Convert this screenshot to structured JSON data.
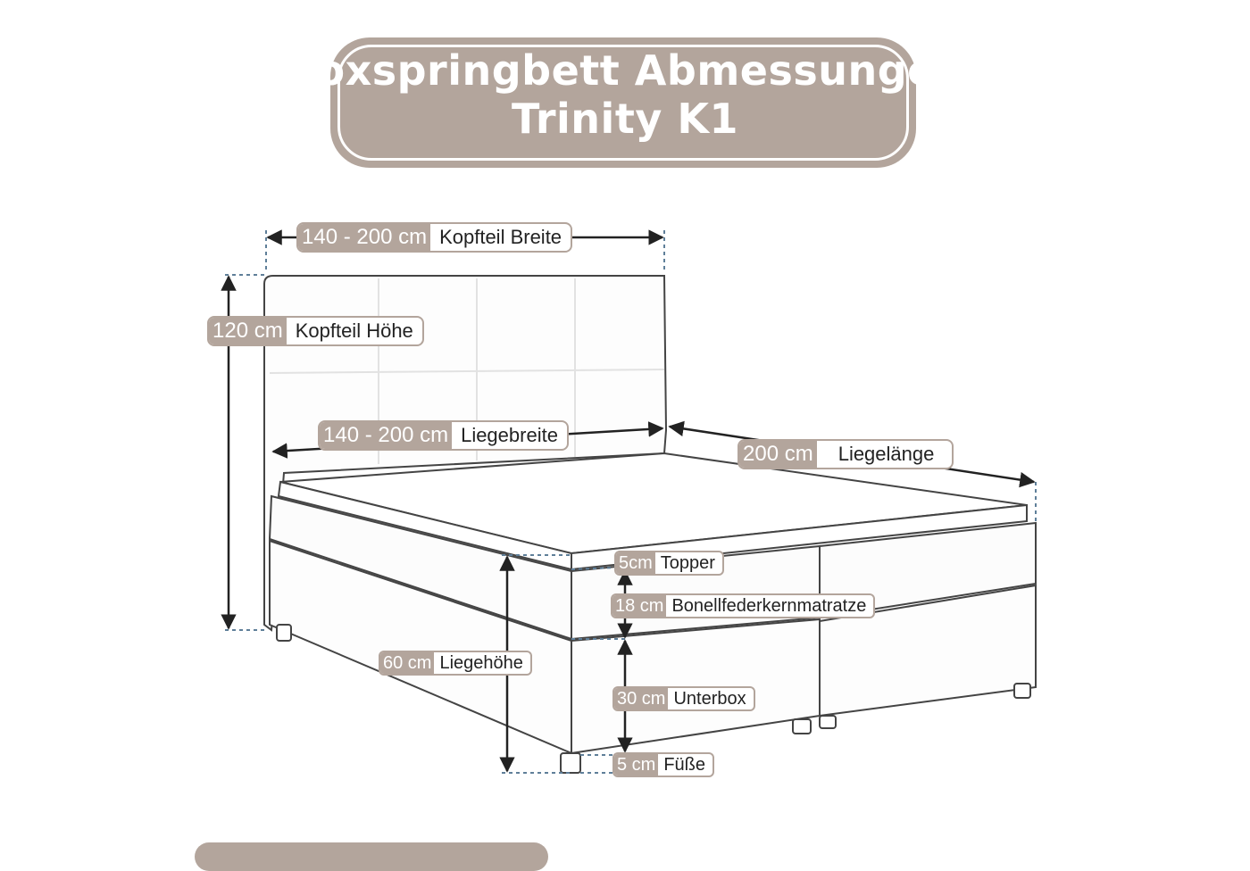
{
  "title": {
    "line1": "Boxspringbett Abmessungen",
    "line2": "Trinity K1"
  },
  "measurements": {
    "headboard_width": {
      "value": "140 - 200 cm",
      "label": "Kopfteil Breite"
    },
    "headboard_height": {
      "value": "120 cm",
      "label": "Kopfteil Höhe"
    },
    "bed_width": {
      "value": "140 - 200 cm",
      "label": "Liegebreite"
    },
    "bed_length": {
      "value": "200 cm",
      "label": "Liegelänge"
    },
    "topper": {
      "value": "5cm",
      "label": "Topper"
    },
    "mattress": {
      "value": "18 cm",
      "label": "Bonellfederkernmatratze"
    },
    "lying_height": {
      "value": "60 cm",
      "label": "Liegehöhe"
    },
    "box": {
      "value": "30 cm",
      "label": "Unterbox"
    },
    "feet": {
      "value": "5 cm",
      "label": "Füße"
    }
  },
  "colors": {
    "accent": "#b3a59c",
    "line": "#333333",
    "guide": "#5f7f99"
  }
}
